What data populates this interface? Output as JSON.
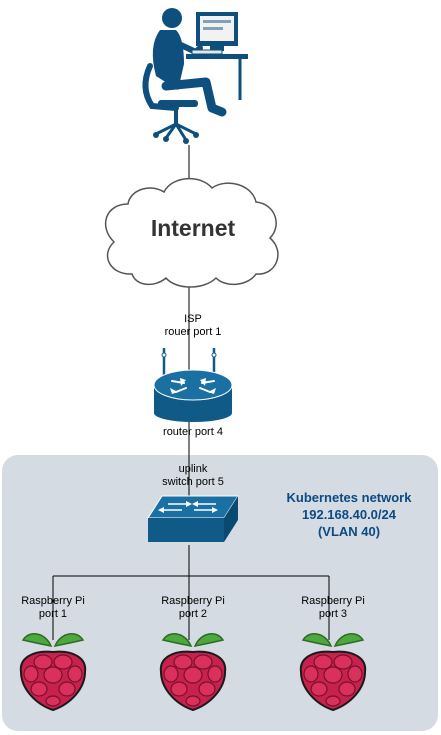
{
  "colors": {
    "panel": "#d5dbe2",
    "device_blue": "#1a6fa3",
    "device_dark": "#0f5a87",
    "person": "#0e4f7e",
    "raspberry": "#c7224e",
    "leaf": "#4da83f",
    "network_text": "#0b4a82"
  },
  "nodes": {
    "user": {
      "icon": "user-at-computer-icon"
    },
    "internet": {
      "label": "Internet",
      "icon": "cloud-icon"
    },
    "router": {
      "icon": "router-icon",
      "top_labels": [
        "ISP",
        "rouer port 1"
      ],
      "bottom_label": "router port 4"
    },
    "switch": {
      "icon": "switch-icon",
      "top_labels": [
        "uplink",
        "switch port 5"
      ]
    },
    "network": {
      "lines": [
        "Kubernetes network",
        "192.168.40.0/24",
        "(VLAN 40)"
      ]
    },
    "pis": [
      {
        "icon": "raspberry-pi-icon",
        "label_lines": [
          "Raspberry Pi",
          "port 1"
        ]
      },
      {
        "icon": "raspberry-pi-icon",
        "label_lines": [
          "Raspberry Pi",
          "port 2"
        ]
      },
      {
        "icon": "raspberry-pi-icon",
        "label_lines": [
          "Raspberry Pi",
          "port 3"
        ]
      }
    ]
  }
}
